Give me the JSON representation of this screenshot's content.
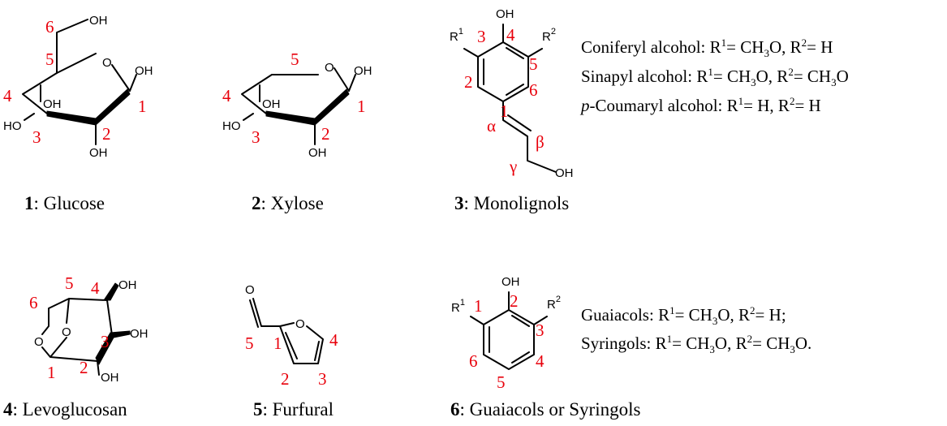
{
  "atoms": {
    "oh": "OH",
    "ho": "HO",
    "o": "O",
    "r": "R",
    "s1": "1",
    "s2": "2"
  },
  "greek": {
    "alpha": "α",
    "beta": "β",
    "gamma": "γ"
  },
  "compounds": [
    {
      "number": "1",
      "name": ": Glucose",
      "positions": [
        "1",
        "2",
        "3",
        "4",
        "5",
        "6"
      ]
    },
    {
      "number": "2",
      "name": ": Xylose",
      "positions": [
        "1",
        "2",
        "3",
        "4",
        "5"
      ]
    },
    {
      "number": "3",
      "name": ": Monolignols",
      "positions": [
        "1",
        "2",
        "3",
        "4",
        "5",
        "6"
      ],
      "variants": [
        {
          "name": "Coniferyl alcohol: ",
          "r1": "CH",
          "r1_sub": "3",
          "r1_tail": "O",
          "r2": "H",
          "r2_sub": "",
          "r2_tail": ""
        },
        {
          "name": "Sinapyl alcohol: ",
          "r1": "CH",
          "r1_sub": "3",
          "r1_tail": "O",
          "r2": "CH",
          "r2_sub": "3",
          "r2_tail": "O"
        },
        {
          "name_prefix": "p",
          "name": "-Coumaryl alcohol: ",
          "r1": "H",
          "r1_sub": "",
          "r1_tail": "",
          "r2": "H",
          "r2_sub": "",
          "r2_tail": ""
        }
      ]
    },
    {
      "number": "4",
      "name": ": Levoglucosan",
      "positions": [
        "1",
        "2",
        "3",
        "4",
        "5",
        "6"
      ]
    },
    {
      "number": "5",
      "name": ": Furfural",
      "positions": [
        "1",
        "2",
        "3",
        "4",
        "5"
      ]
    },
    {
      "number": "6",
      "name": ": Guaiacols or Syringols",
      "positions": [
        "1",
        "2",
        "3",
        "4",
        "5",
        "6"
      ],
      "variants": [
        {
          "name": "Guaiacols: ",
          "r1": "CH",
          "r1_sub": "3",
          "r1_tail": "O",
          "r2": "H",
          "r2_sub": "",
          "r2_tail": "",
          "end": ";"
        },
        {
          "name": "Syringols: ",
          "r1": "CH",
          "r1_sub": "3",
          "r1_tail": "O",
          "r2": "CH",
          "r2_sub": "3",
          "r2_tail": "O",
          "end": "."
        }
      ]
    }
  ],
  "text": {
    "r1_eq": "= ",
    "sep": ", ",
    "r2_eq": "= "
  }
}
